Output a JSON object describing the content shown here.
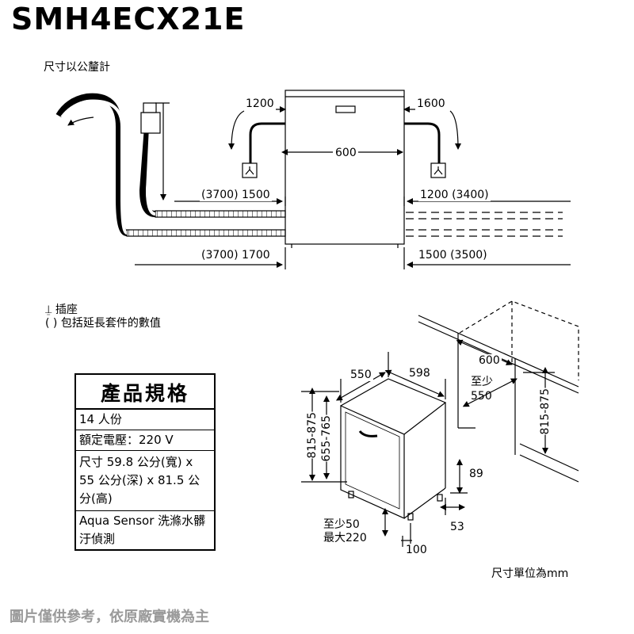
{
  "model": "SMH4ECX21E",
  "unit_note": "尺寸以公釐計",
  "top_view": {
    "dim_left_top": "1200",
    "dim_right_top": "1600",
    "dim_width": "600",
    "dim_left_mid": "(3700) 1500",
    "dim_right_mid": "1200 (3400)",
    "dim_left_bot": "(3700) 1700",
    "dim_right_bot": "1500 (3500)"
  },
  "legend": {
    "socket_symbol": "⍊",
    "socket_label": "插座",
    "extension_label": "( ) 包括延長套件的數值"
  },
  "spec_table": {
    "title": "產品規格",
    "rows": [
      "14 人份",
      "額定電壓：220 V",
      "尺寸 59.8 公分(寬) x 55 公分(深) x 81.5 公分(高)",
      "Aqua Sensor 洗滌水髒汙偵測"
    ]
  },
  "iso_view": {
    "d550": "550",
    "d598": "598",
    "d600": "600",
    "min550_a": "至少",
    "min550_b": "550",
    "h815_875": "815-875",
    "h655_765": "655-765",
    "h815_875_right": "815-875",
    "d89": "89",
    "d53": "53",
    "d100": "100",
    "min50": "至少50",
    "max220": "最大220"
  },
  "unit_label": "尺寸單位為mm",
  "disclaimer": "圖片僅供參考，依原廠實機為主"
}
